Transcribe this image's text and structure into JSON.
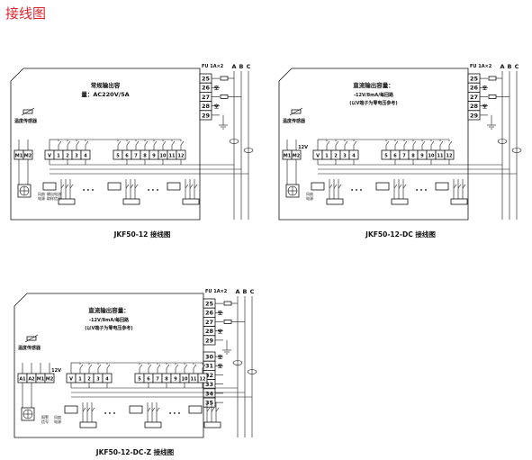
{
  "page_title": "接线图",
  "diagrams": [
    {
      "caption": "JKF50-12 接线图",
      "capacity_title": "常规输出容",
      "capacity_line1": "量：AC220V/5A",
      "capacity_line2": "",
      "phases": [
        "A",
        "B",
        "C"
      ],
      "fuse_label": "FU 1A×2",
      "sensor_label": "温度传感器",
      "right_terminals": [
        "25",
        "26",
        "27",
        "28",
        "29"
      ],
      "right_labels": [
        "",
        "空",
        "",
        "空",
        ""
      ],
      "left_terminals": [
        "M1",
        "M2"
      ],
      "main_terminals": [
        "V",
        "1",
        "2",
        "3",
        "4",
        "5",
        "6",
        "7",
        "8",
        "9",
        "10",
        "11",
        "12"
      ],
      "bottom_labels": [
        "风扇",
        "电源",
        "输出电流",
        "取样信号"
      ],
      "supply": ""
    },
    {
      "caption": "JKF50-12-DC 接线图",
      "capacity_title": "直流输出容量：",
      "capacity_line1": "-12V/8mA/每回路",
      "capacity_line2": "(以V端子为零电压参考)",
      "phases": [
        "A",
        "B",
        "C"
      ],
      "fuse_label": "FU 1A×2",
      "sensor_label": "温度传感器",
      "right_terminals": [
        "25",
        "26",
        "27",
        "28",
        "29"
      ],
      "right_labels": [
        "",
        "空",
        "",
        "空",
        ""
      ],
      "left_terminals": [
        "M1",
        "M2"
      ],
      "main_terminals": [
        "V",
        "1",
        "2",
        "3",
        "4",
        "5",
        "6",
        "7",
        "8",
        "9",
        "10",
        "11",
        "12"
      ],
      "bottom_labels": [
        "风扇",
        "电源"
      ],
      "supply": "12V"
    },
    {
      "caption": "JKF50-12-DC-Z 接线图",
      "capacity_title": "直流输出容量：",
      "capacity_line1": "-12V/8mA/每回路",
      "capacity_line2": "(以V端子为零电压参考)",
      "phases": [
        "A",
        "B",
        "C"
      ],
      "fuse_label": "FU 1A×2",
      "sensor_label": "温度传感器",
      "right_terminals": [
        "25",
        "26",
        "27",
        "28",
        "29",
        "30",
        "31",
        "32",
        "33",
        "34",
        "35"
      ],
      "right_labels": [
        "",
        "空",
        "",
        "空",
        "",
        "空",
        "空",
        "",
        "",
        "",
        ""
      ],
      "left_terminals": [
        "A1",
        "A2",
        "M1",
        "M2"
      ],
      "main_terminals": [
        "V",
        "1",
        "2",
        "3",
        "4",
        "5",
        "6",
        "7",
        "8",
        "9",
        "10",
        "11",
        "12"
      ],
      "bottom_labels": [
        "报警",
        "信号",
        "风扇",
        "电源"
      ],
      "supply": "12V"
    }
  ]
}
